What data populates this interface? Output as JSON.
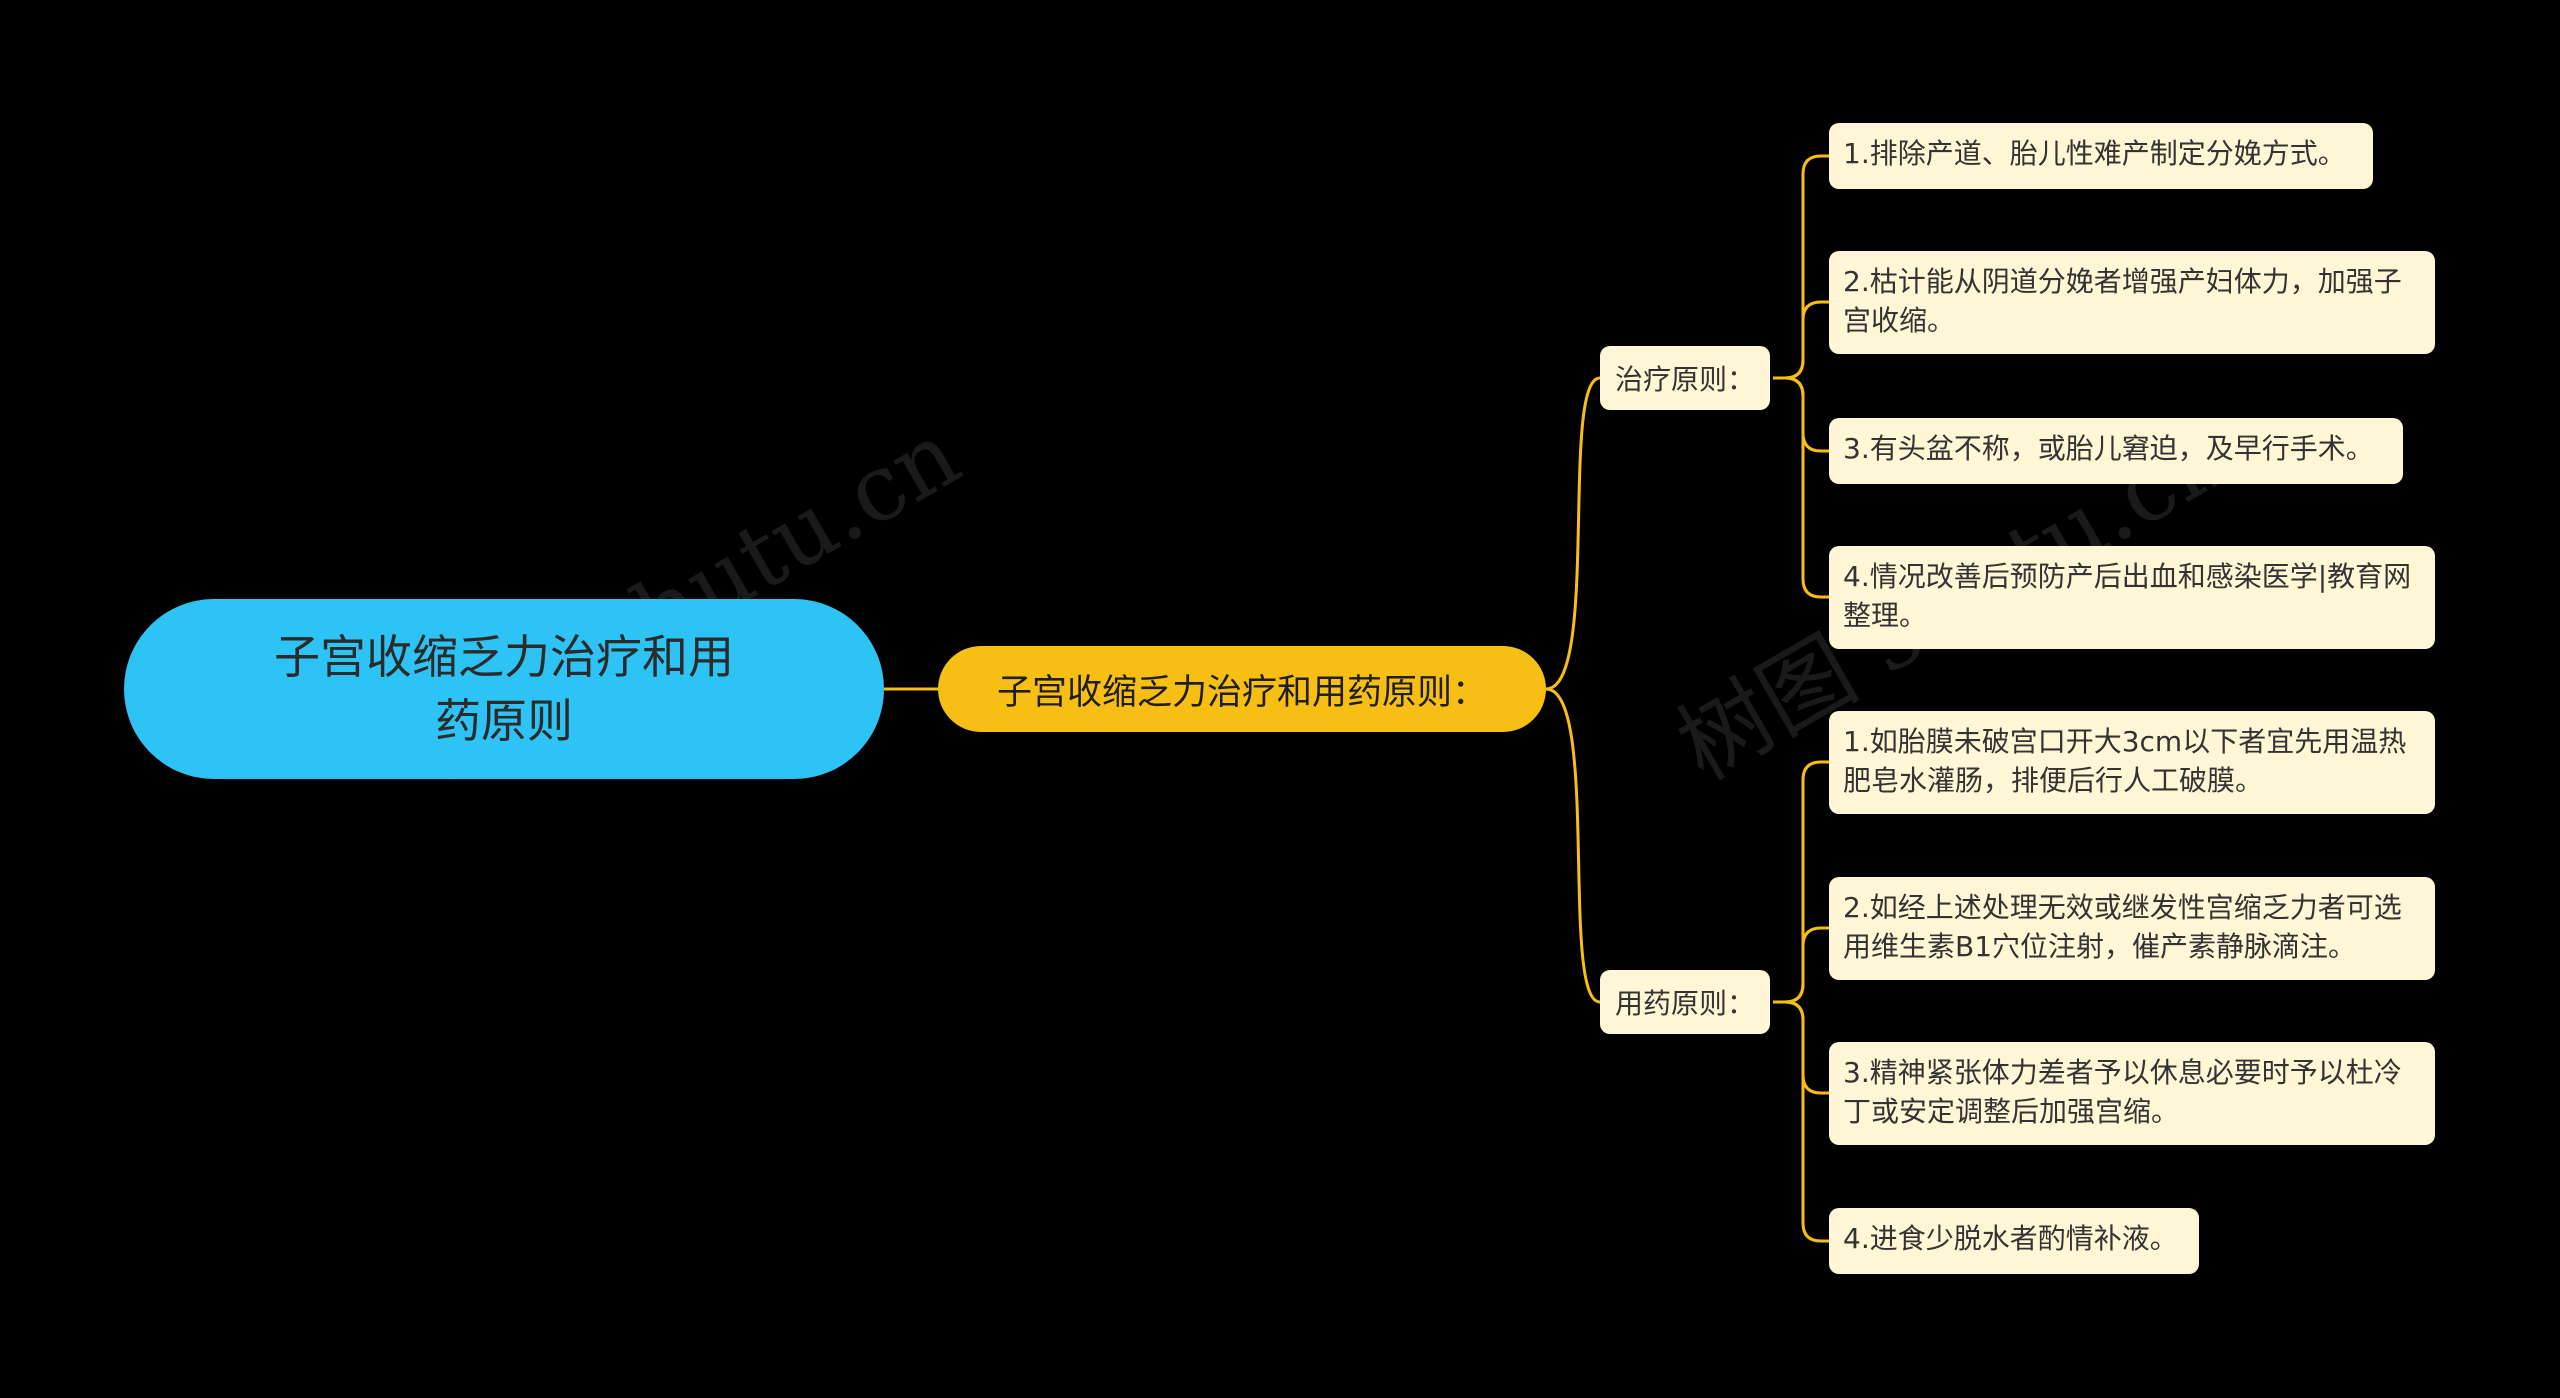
{
  "root": {
    "label": "子宫收缩乏力治疗和用药原则"
  },
  "main": {
    "label": "子宫收缩乏力治疗和用药原则："
  },
  "categories": [
    {
      "label": "治疗原则：",
      "items": [
        "1.排除产道、胎儿性难产制定分娩方式。",
        "2.枯计能从阴道分娩者增强产妇体力，加强子宫收缩。",
        "3.有头盆不称，或胎儿窘迫，及早行手术。",
        "4.情况改善后预防产后出血和感染医学|教育网整理。"
      ]
    },
    {
      "label": "用药原则：",
      "items": [
        "1.如胎膜未破宫口开大3cm以下者宜先用温热肥皂水灌肠，排便后行人工破膜。",
        "2.如经上述处理无效或继发性宫缩乏力者可选用维生素B1穴位注射，催产素静脉滴注。",
        "3.精神紧张体力差者予以休息必要时予以杜冷丁或安定调整后加强宫缩。",
        "4.进食少脱水者酌情补液。"
      ]
    }
  ],
  "watermark": "树图 shutu.cn",
  "colors": {
    "background": "#000000",
    "root": "#2ec3f5",
    "main": "#f7be13",
    "leaf": "#fff6d6",
    "connector": "#f7be13"
  }
}
